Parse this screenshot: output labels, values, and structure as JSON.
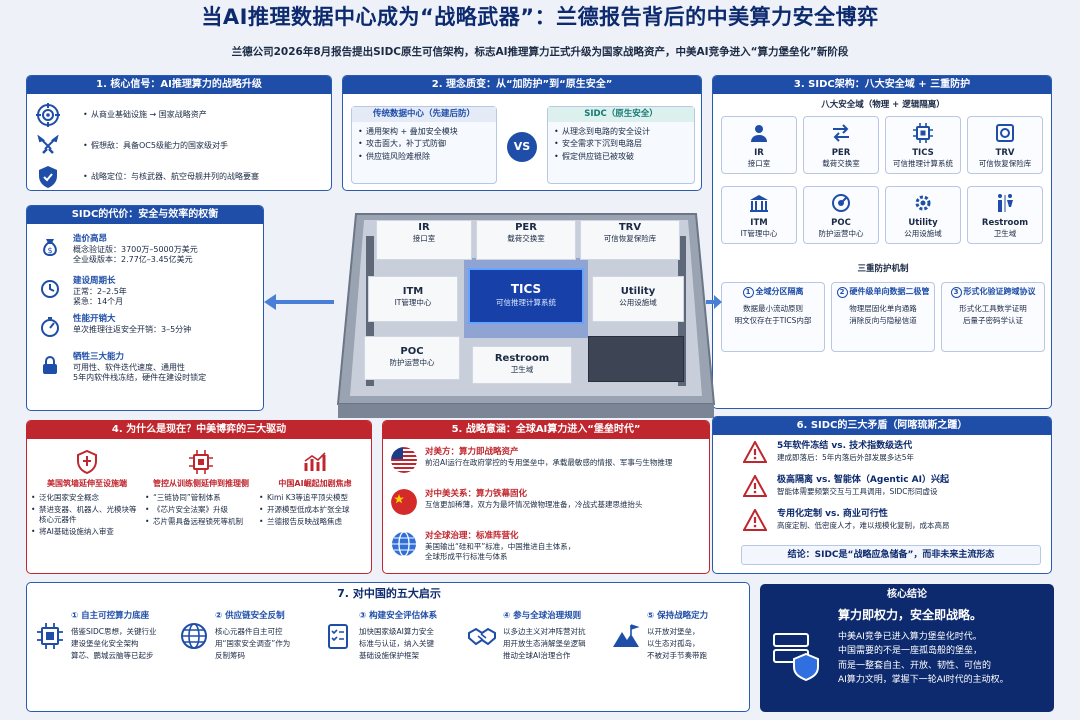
{
  "title": "当AI推理数据中心成为“战略武器”：兰德报告背后的中美算力安全博弈",
  "subtitle": "兰德公司2026年8月报告提出SIDC原生可信架构，标志AI推理算力正式升级为国家战略资产，中美AI竞争进入“算力堡垒化”新阶段",
  "panel1": {
    "header": "1. 核心信号：AI推理算力的战略升级",
    "items": [
      {
        "icon": "target-icon",
        "lines": [
          "从商业基础设施 → 国家战略资产"
        ]
      },
      {
        "icon": "sword-icon",
        "lines": [
          "假想敌：具备OC5级能力的国家级对手"
        ]
      },
      {
        "icon": "shield-icon",
        "lines": [
          "战略定位：与核武器、航空母舰并列的战略要塞"
        ]
      }
    ]
  },
  "panel2": {
    "header": "2. 理念质变：从“加防护”到“原生安全”",
    "left_title": "传统数据中心（先建后防）",
    "left_items": [
      "通用架构 + 叠加安全模块",
      "攻击面大，补丁式防御",
      "供应链风险难根除"
    ],
    "vs": "VS",
    "right_title": "SIDC（原生安全）",
    "right_items": [
      "从理念到电路的安全设计",
      "安全需求下沉到电路层",
      "假定供应链已被攻破"
    ]
  },
  "panel3": {
    "header": "3. SIDC架构：八大安全域 + 三重防护",
    "zones_title": "八大安全域（物理 + 逻辑隔离）",
    "zones": [
      {
        "code": "IR",
        "name": "接口室",
        "icon": "person-icon"
      },
      {
        "code": "PER",
        "name": "载荷交换室",
        "icon": "exchange-icon"
      },
      {
        "code": "TICS",
        "name": "可信推理计算系统",
        "icon": "chip-icon"
      },
      {
        "code": "TRV",
        "name": "可信恢复保险库",
        "icon": "vault-icon"
      },
      {
        "code": "ITM",
        "name": "IT管理中心",
        "icon": "building-icon"
      },
      {
        "code": "POC",
        "name": "防护运营中心",
        "icon": "radar-icon"
      },
      {
        "code": "Utility",
        "name": "公用设施域",
        "icon": "gear-icon"
      },
      {
        "code": "Restroom",
        "name": "卫生域",
        "icon": "restroom-icon"
      }
    ],
    "layers_title": "三重防护机制",
    "layers": [
      {
        "num": "1",
        "title": "全域分区隔离",
        "lines": [
          "数据最小流动原则",
          "明文仅存在于TICS内部"
        ]
      },
      {
        "num": "2",
        "title": "硬件级单向数据二极管",
        "lines": [
          "物理层固化单向通路",
          "消除反向与隐秘信道"
        ]
      },
      {
        "num": "3",
        "title": "形式化验证跨域协议",
        "lines": [
          "形式化工具数学证明",
          "后量子密码学认证"
        ]
      }
    ]
  },
  "center": {
    "rooms": [
      {
        "code": "IR",
        "name": "接口室"
      },
      {
        "code": "PER",
        "name": "载荷交换室"
      },
      {
        "code": "TRV",
        "name": "可信恢复保险库"
      },
      {
        "code": "ITM",
        "name": "IT管理中心"
      },
      {
        "code": "TICS",
        "name": "可信推理计算系统"
      },
      {
        "code": "Utility",
        "name": "公用设施域"
      },
      {
        "code": "POC",
        "name": "防护运营中心"
      },
      {
        "code": "Restroom",
        "name": "卫生域"
      }
    ]
  },
  "cost": {
    "header": "SIDC的代价：安全与效率的权衡",
    "items": [
      {
        "icon": "dollar-icon",
        "title": "造价高昂",
        "lines": [
          "概念验证版：3700万–5000万美元",
          "全业级版本：2.77亿–3.45亿美元"
        ]
      },
      {
        "icon": "clock-icon",
        "title": "建设周期长",
        "lines": [
          "正常：2–2.5年",
          "紧急：14个月"
        ]
      },
      {
        "icon": "gauge-icon",
        "title": "性能开销大",
        "lines": [
          "单次推理往返安全开销：3–5分钟"
        ]
      },
      {
        "icon": "lock-icon",
        "title": "牺牲三大能力",
        "lines": [
          "可用性、软件迭代速度、通用性",
          "5年内软件栈冻结，硬件在建设时锁定"
        ]
      }
    ]
  },
  "panel4": {
    "header": "4. 为什么是现在？中美博弈的三大驱动",
    "drivers": [
      {
        "icon": "shield-icon",
        "title": "美国筑墙延伸至设施端",
        "items": [
          "泛化国家安全概念",
          "禁进变器、机器人、光模块等核心元器件",
          "将AI基础设施纳入审查"
        ]
      },
      {
        "icon": "chip-icon",
        "title": "管控从训练侧延伸到推理侧",
        "items": [
          "“三链协同”管制体系",
          "《芯片安全法案》升级",
          "芯片需具备远程锁死等机制"
        ]
      },
      {
        "icon": "chart-icon",
        "title": "中国AI崛起加剧焦虑",
        "items": [
          "Kimi K3等追平顶尖模型",
          "开源模型低成本扩张全球",
          "兰德报告反映战略焦虑"
        ]
      }
    ]
  },
  "panel5": {
    "header": "5. 战略意涵：全球AI算力进入“堡垒时代”",
    "items": [
      {
        "flag": "us",
        "title": "对美方：算力即战略资产",
        "lines": [
          "前沿AI运行在政府掌控的专用堡垒中，承载最敏感的情报、军事与生物推理"
        ]
      },
      {
        "flag": "cn",
        "title": "对中美关系：算力铁幕固化",
        "lines": [
          "互信更加稀薄，双方为最坏情况做物理准备，冷战式基建思维抬头"
        ]
      },
      {
        "flag": "globe",
        "title": "对全球治理：标准阵营化",
        "lines": [
          "美国输出“硅和平”标准，中国推进自主体系，",
          "全球形成平行标准与体系"
        ]
      }
    ]
  },
  "panel6": {
    "header": "6. SIDC的三大矛盾（阿喀琉斯之踵）",
    "items": [
      {
        "title": "5年软件冻结 vs. 技术指数级迭代",
        "desc": "建成即落后：5年内落后外部发展多达5年"
      },
      {
        "title": "极高隔离 vs. 智能体（Agentic AI）兴起",
        "desc": "智能体需要频繁交互与工具调用，SIDC形同虚设"
      },
      {
        "title": "专用化定制 vs. 商业可行性",
        "desc": "高度定制、低密度人才，难以规模化复制，成本高昂"
      }
    ],
    "conclusion": "结论：SIDC是“战略应急储备”，而非未来主流形态"
  },
  "panel7": {
    "header": "7. 对中国的五大启示",
    "items": [
      {
        "num": "①",
        "title": "自主可控算力底座",
        "icon": "chip-icon",
        "lines": [
          "借鉴SIDC思想，关键行业",
          "建设堡垒化安全架构",
          "算芯、鹏城云脑等已起步"
        ]
      },
      {
        "num": "②",
        "title": "供应链安全反制",
        "icon": "globe-icon",
        "lines": [
          "核心元器件自主可控",
          "用“国家安全调查”作为",
          "反制筹码"
        ]
      },
      {
        "num": "③",
        "title": "构建安全评估体系",
        "icon": "checklist-icon",
        "lines": [
          "加快国家级AI算力安全",
          "标准与认证，纳入关键",
          "基础设施保护框架"
        ]
      },
      {
        "num": "④",
        "title": "参与全球治理规则",
        "icon": "handshake-icon",
        "lines": [
          "以多边主义对冲阵营对抗",
          "用开放生态消解堡垒逻辑",
          "推动全球AI治理合作"
        ]
      },
      {
        "num": "⑤",
        "title": "保持战略定力",
        "icon": "mountain-icon",
        "lines": [
          "以开放对堡垒，",
          "以生态对孤岛，",
          "不被对手节奏带跑"
        ]
      }
    ]
  },
  "conclusion": {
    "header": "核心结论",
    "headline": "算力即权力，安全即战略。",
    "lines": [
      "中美AI竞争已进入算力堡垒化时代。",
      "中国需要的不是一座孤岛般的堡垒，",
      "而是一整套自主、开放、韧性、可信的",
      "AI算力文明，掌握下一轮AI时代的主动权。"
    ]
  },
  "colors": {
    "blue": "#1f4ea8",
    "red": "#c0262d",
    "navy": "#0d2a6e"
  }
}
